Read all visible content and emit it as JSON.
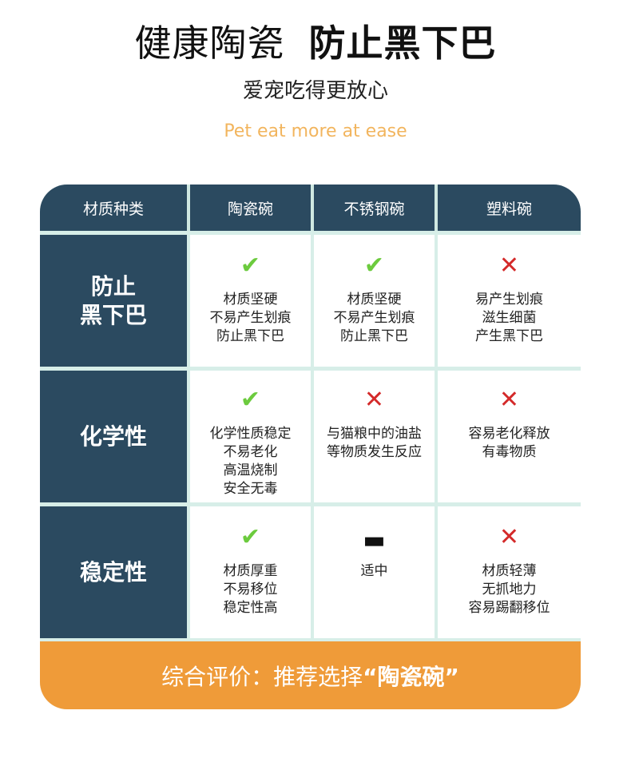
{
  "header": {
    "title_light": "健康陶瓷",
    "title_bold": "防止黑下巴",
    "subtitle": "爱宠吃得更放心",
    "subtitle_en": "Pet eat more at ease"
  },
  "table": {
    "headers": [
      "材质种类",
      "陶瓷碗",
      "不锈钢碗",
      "塑料碗"
    ],
    "rows": [
      {
        "label_lines": [
          "防止",
          "黑下巴"
        ],
        "cells": [
          {
            "mark": "check",
            "lines": [
              "材质坚硬",
              "不易产生划痕",
              "防止黑下巴"
            ]
          },
          {
            "mark": "check",
            "lines": [
              "材质坚硬",
              "不易产生划痕",
              "防止黑下巴"
            ]
          },
          {
            "mark": "cross",
            "lines": [
              "易产生划痕",
              "滋生细菌",
              "产生黑下巴"
            ]
          }
        ]
      },
      {
        "label_lines": [
          "化学性"
        ],
        "cells": [
          {
            "mark": "check",
            "lines": [
              "化学性质稳定",
              "不易老化",
              "高温烧制",
              "安全无毒"
            ]
          },
          {
            "mark": "cross",
            "lines": [
              "与猫粮中的油盐",
              "等物质发生反应"
            ]
          },
          {
            "mark": "cross",
            "lines": [
              "容易老化释放",
              "有毒物质"
            ]
          }
        ]
      },
      {
        "label_lines": [
          "稳定性"
        ],
        "cells": [
          {
            "mark": "check",
            "lines": [
              "材质厚重",
              "不易移位",
              "稳定性高"
            ]
          },
          {
            "mark": "dash",
            "lines": [
              "适中"
            ]
          },
          {
            "mark": "cross",
            "lines": [
              "材质轻薄",
              "无抓地力",
              "容易踢翻移位"
            ]
          }
        ]
      }
    ]
  },
  "footer": {
    "prefix": "综合评价：推荐选择",
    "highlight": "“陶瓷碗”"
  },
  "icons": {
    "check": "check-icon",
    "cross": "cross-icon",
    "dash": "dash-icon"
  },
  "colors": {
    "navy": "#2b4a60",
    "mint_grid": "#d7eee8",
    "orange": "#ef9b39",
    "check_green": "#6ccb3e",
    "cross_red": "#d42a2a",
    "subtitle_en": "#f2b55e"
  }
}
